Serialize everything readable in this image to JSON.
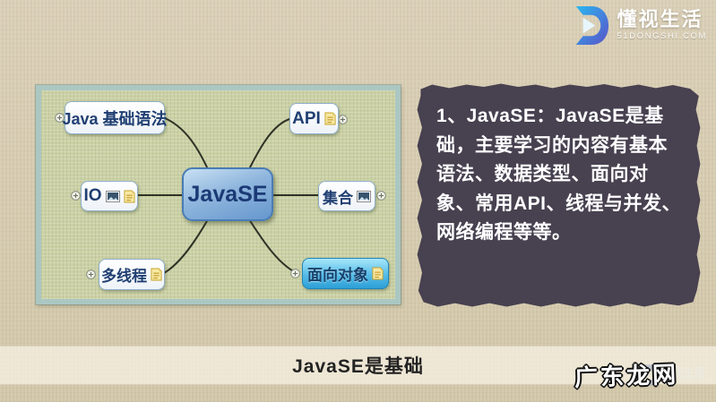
{
  "colors": {
    "page_bg": "#d6cbb0",
    "mindmap_bg": "#cbd1a5",
    "mindmap_frame": "#abc7c2",
    "node_border": "#8fafc9",
    "node_text": "#203f72",
    "root_node_top": "#c8e0f3",
    "root_node_bottom": "#6697ce",
    "selected_node_top": "#a7e6f9",
    "selected_node_bottom": "#2d9fd6",
    "panel_bg": "#474150",
    "panel_text": "#ffffff",
    "caption_band_bg": "#f8f3e4",
    "logo_blue": "#2bb7f0",
    "logo_indigo": "#5a51c8"
  },
  "header": {
    "logo": {
      "brand": "懂视生活",
      "domain": "51DONGSHI.COM"
    }
  },
  "mindmap": {
    "center": {
      "label": "JavaSE"
    },
    "nodes": [
      {
        "label": "Java 基础语法",
        "icons": [],
        "expander_side": "left",
        "selected": false
      },
      {
        "label": "API",
        "icons": [
          "note"
        ],
        "expander_side": "right",
        "selected": false
      },
      {
        "label": "IO",
        "icons": [
          "image",
          "note"
        ],
        "expander_side": "left",
        "selected": false
      },
      {
        "label": "集合",
        "icons": [
          "image"
        ],
        "expander_side": "right",
        "selected": false
      },
      {
        "label": "多线程",
        "icons": [
          "note"
        ],
        "expander_side": "left",
        "selected": false
      },
      {
        "label": "面向对象",
        "icons": [
          "note"
        ],
        "expander_side": "left",
        "selected": true
      }
    ]
  },
  "description_panel": {
    "text": "1、JavaSE：JavaSE是基础，主要学习的内容有基本语法、数据类型、面向对象、常用API、线程与并发、网络编程等等。"
  },
  "caption": {
    "text": "JavaSE是基础"
  },
  "watermark": {
    "text": "广东龙网",
    "logo_brand": "懂视生活",
    "logo_domain": "51DONGSHI.COM"
  }
}
